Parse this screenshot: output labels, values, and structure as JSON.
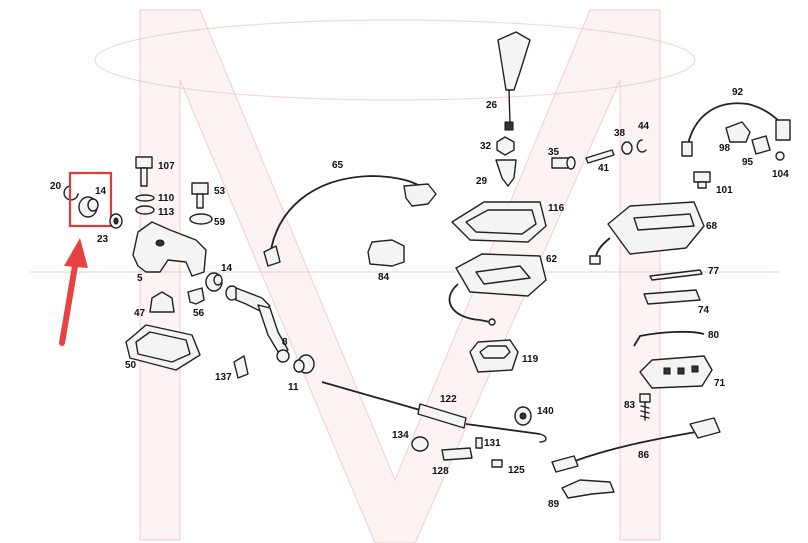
{
  "diagram": {
    "part_labels": {
      "p20": "20",
      "p14a": "14",
      "p23": "23",
      "p107": "107",
      "p110": "110",
      "p113": "113",
      "p53": "53",
      "p59": "59",
      "p5": "5",
      "p14b": "14",
      "p47": "47",
      "p56": "56",
      "p50": "50",
      "p137": "137",
      "p8": "8",
      "p11": "11",
      "p65": "65",
      "p84": "84",
      "p26": "26",
      "p32": "32",
      "p29": "29",
      "p35": "35",
      "p41": "41",
      "p38": "38",
      "p44": "44",
      "p92": "92",
      "p98": "98",
      "p95": "95",
      "p104": "104",
      "p101": "101",
      "p116": "116",
      "p62": "62",
      "p68": "68",
      "p77": "77",
      "p74": "74",
      "p80": "80",
      "p71": "71",
      "p83": "83",
      "p119": "119",
      "p122": "122",
      "p140": "140",
      "p134": "134",
      "p131": "131",
      "p128": "128",
      "p125": "125",
      "p86": "86",
      "p89": "89"
    },
    "highlight": {
      "target_part": "14",
      "box_color": "#e0393b",
      "arrow_color": "#e8413f"
    },
    "watermark": {
      "letter": "M",
      "color": "#e8b8b8"
    }
  }
}
